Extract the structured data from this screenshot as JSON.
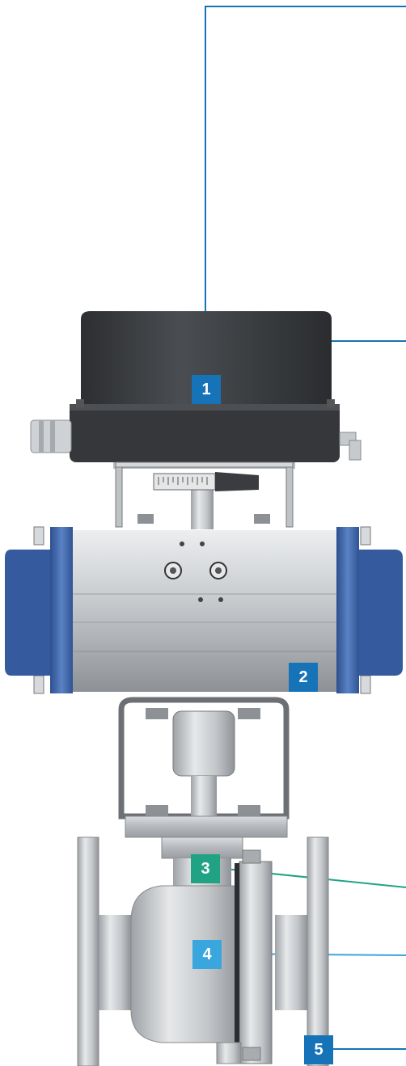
{
  "callouts": [
    {
      "label": "1",
      "color": "#1673b8"
    },
    {
      "label": "2",
      "color": "#1673b8"
    },
    {
      "label": "3",
      "color": "#20a384"
    },
    {
      "label": "4",
      "color": "#3aa6de"
    },
    {
      "label": "5",
      "color": "#1673b8"
    }
  ],
  "colors": {
    "actuator_body": "#c8cbce",
    "end_caps": "#4a6fb0",
    "housing": "#3b3d40",
    "valve_body": "#cfd2d5"
  }
}
